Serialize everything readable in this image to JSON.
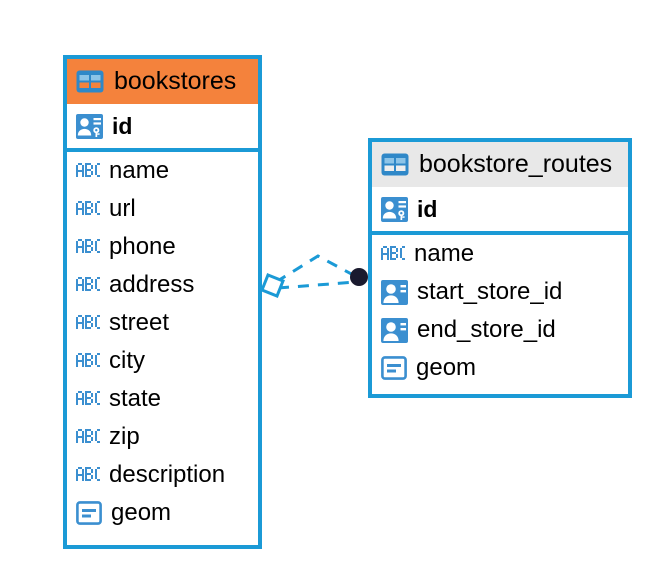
{
  "diagram": {
    "type": "entity-relationship-diagram",
    "background_color": "#ffffff",
    "accent_color": "#1b9ad6",
    "selected_header_color": "#f4823c",
    "normal_header_color": "#e8e8e8"
  },
  "entities": [
    {
      "name": "bookstores",
      "header_state": "selected",
      "table_icon": "table-icon",
      "primary_keys": [
        {
          "name": "id",
          "icon": "primary-key-icon"
        }
      ],
      "fields": [
        {
          "name": "name",
          "icon": "text-abc-icon"
        },
        {
          "name": "url",
          "icon": "text-abc-icon"
        },
        {
          "name": "phone",
          "icon": "text-abc-icon"
        },
        {
          "name": "address",
          "icon": "text-abc-icon"
        },
        {
          "name": "street",
          "icon": "text-abc-icon"
        },
        {
          "name": "city",
          "icon": "text-abc-icon"
        },
        {
          "name": "state",
          "icon": "text-abc-icon"
        },
        {
          "name": "zip",
          "icon": "text-abc-icon"
        },
        {
          "name": "description",
          "icon": "text-abc-icon"
        },
        {
          "name": "geom",
          "icon": "geometry-icon"
        }
      ]
    },
    {
      "name": "bookstore_routes",
      "header_state": "normal",
      "table_icon": "table-icon",
      "primary_keys": [
        {
          "name": "id",
          "icon": "primary-key-icon"
        }
      ],
      "fields": [
        {
          "name": "name",
          "icon": "text-abc-icon"
        },
        {
          "name": "start_store_id",
          "icon": "foreign-key-icon"
        },
        {
          "name": "end_store_id",
          "icon": "foreign-key-icon"
        },
        {
          "name": "geom",
          "icon": "geometry-icon"
        }
      ]
    }
  ],
  "relationship": {
    "source_endpoint": "rhombus-endpoint",
    "target_endpoint": "circle-endpoint",
    "line_style": "dashed",
    "line_color": "#1b9ad6",
    "circle_color": "#1a1a2e"
  }
}
